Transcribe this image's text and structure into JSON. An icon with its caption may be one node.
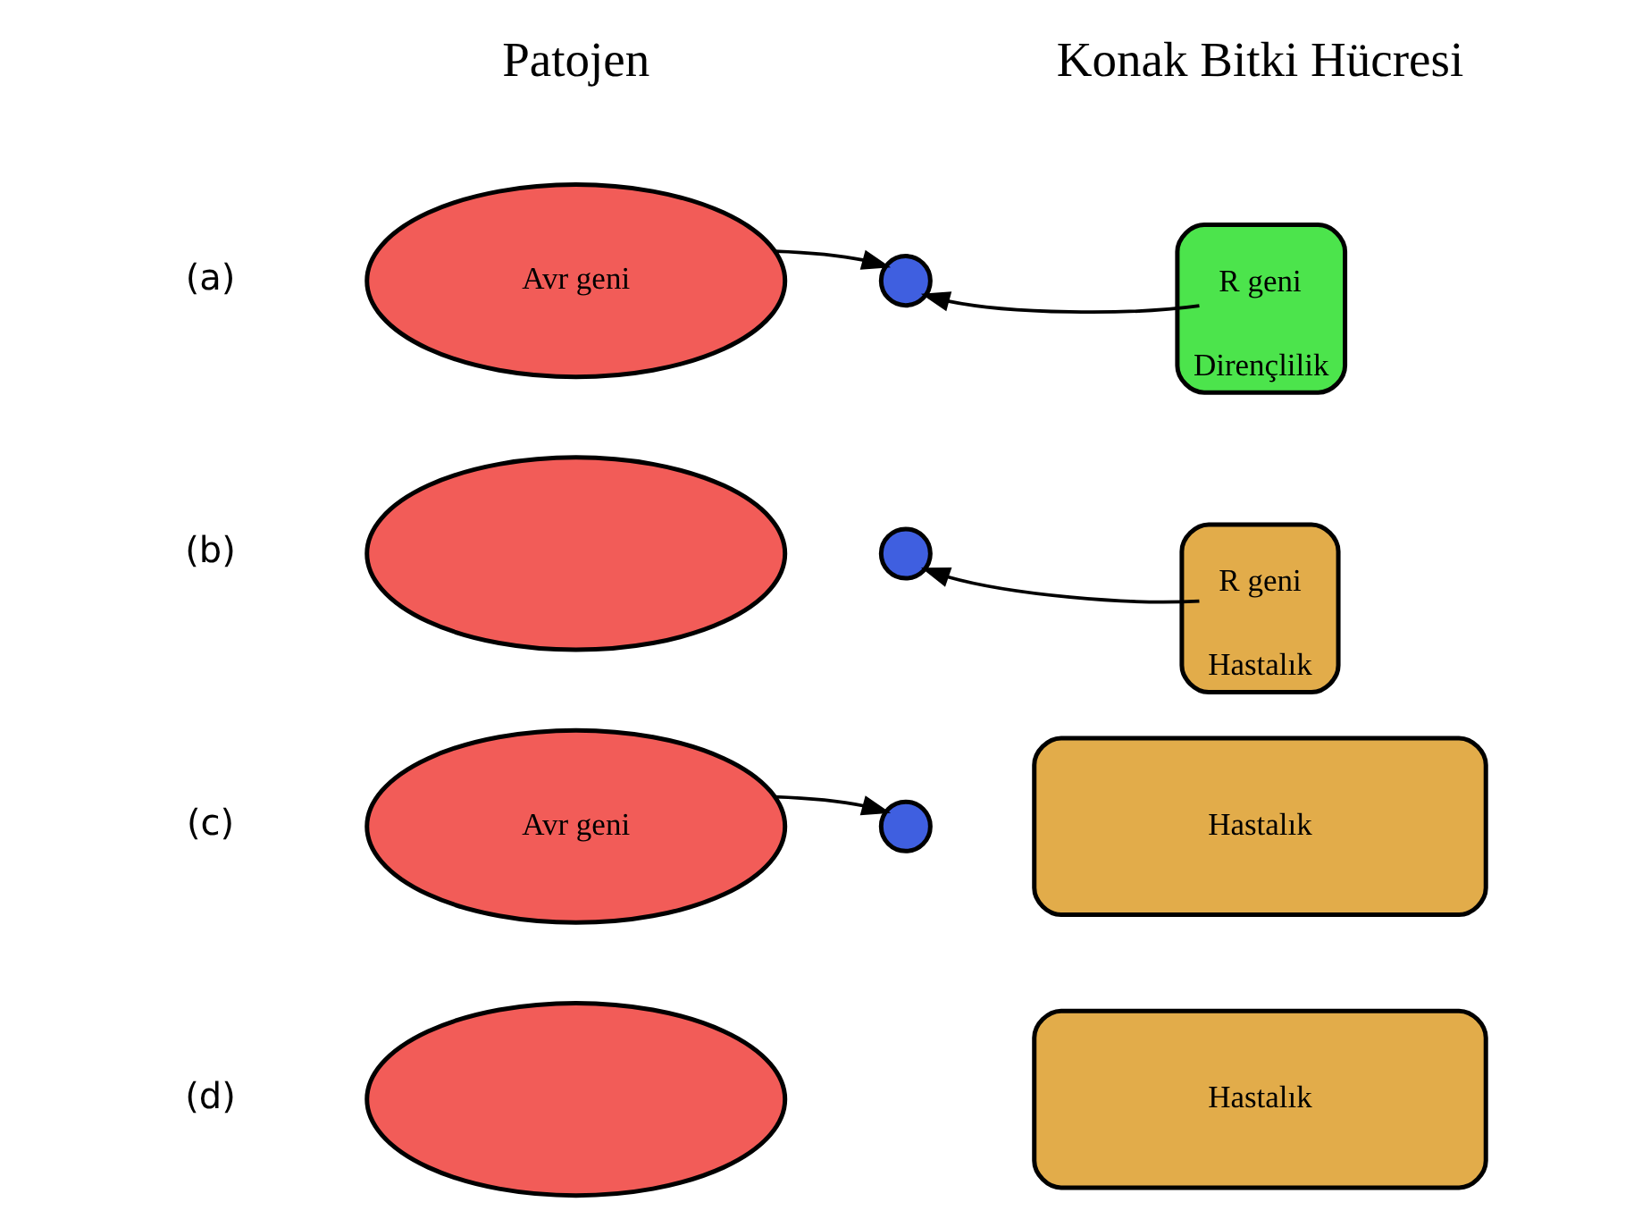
{
  "diagram": {
    "nodes": [
      {
        "text": [
          "Avr geni"
        ]
      },
      {
        "text": [
          "Dirençlilik"
        ]
      },
      {
        "text": [
          "R geni"
        ],
        "in": 1
      },
      {
        "text": [],
        "shape": "circle"
      },
      {
        "text": [],
        "shape": "ellipse"
      },
      {
        "text": [
          "Hastalık"
        ]
      },
      {
        "text": [
          "R geni"
        ],
        "in": 5
      },
      {
        "text": [],
        "shape": "circle"
      },
      {
        "text": [
          "Avr geni"
        ]
      },
      {
        "text": [
          "Hastalık"
        ]
      },
      {
        "text": [],
        "shape": "circle"
      },
      {
        "text": [],
        "shape": "ellipse"
      },
      {
        "text": [
          "Hastalık"
        ]
      }
    ],
    "edges": [
      {
        "from": 0,
        "to": 3,
        "arrow": "to"
      },
      {
        "from": 2,
        "to": 3,
        "arrow": "to"
      },
      {
        "from": 6,
        "to": 7,
        "arrow": "to"
      },
      {
        "from": 8,
        "to": 10,
        "arrow": "to"
      }
    ],
    "labels": [
      "Patojen",
      "Konak Bitki Hücresi",
      "(a)",
      "(b)",
      "(c)",
      "(d)"
    ]
  }
}
